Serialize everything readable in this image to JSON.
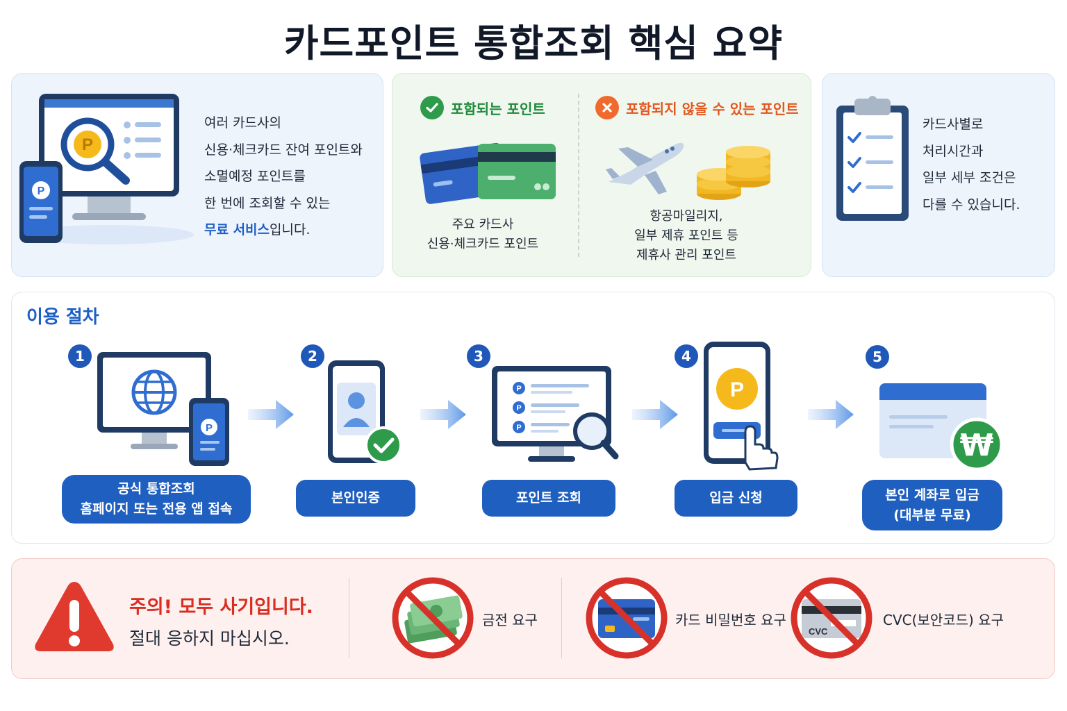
{
  "title": "카드포인트 통합조회 핵심 요약",
  "summary": {
    "lines": [
      "여러 카드사의",
      "신용·체크카드 잔여 포인트와",
      "소멸예정 포인트를",
      "한 번에 조회할 수 있는"
    ],
    "highlight": "무료 서비스",
    "tail": "입니다."
  },
  "points": {
    "included_title": "포함되는 포인트",
    "included_caption_1": "주요 카드사",
    "included_caption_2": "신용·체크카드 포인트",
    "excluded_title": "포함되지 않을 수 있는 포인트",
    "excluded_caption_1": "항공마일리지,",
    "excluded_caption_2": "일부 제휴 포인트 등",
    "excluded_caption_3": "제휴사 관리 포인트",
    "included_color": "#2e9b4a",
    "excluded_color": "#ef6a2c"
  },
  "conditions": {
    "lines": [
      "카드사별로",
      "처리시간과",
      "일부 세부 조건은",
      "다를 수 있습니다."
    ]
  },
  "steps": {
    "title": "이용 절차",
    "items": [
      {
        "num": "1",
        "label_1": "공식 통합조회",
        "label_2": "홈페이지 또는 전용 앱 접속"
      },
      {
        "num": "2",
        "label_1": "본인인증",
        "label_2": ""
      },
      {
        "num": "3",
        "label_1": "포인트 조회",
        "label_2": ""
      },
      {
        "num": "4",
        "label_1": "입금 신청",
        "label_2": ""
      },
      {
        "num": "5",
        "label_1": "본인 계좌로 입금",
        "label_2": "(대부분 무료)"
      }
    ],
    "accent": "#1f5fc0"
  },
  "warning": {
    "title": "주의! 모두 사기입니다.",
    "subtitle": "절대 응하지 마십시오.",
    "items": [
      "금전 요구",
      "카드 비밀번호 요구",
      "CVC(보안코드) 요구"
    ],
    "accent": "#d92d20"
  },
  "icon_text": {
    "point_letter": "P",
    "won_sign": "₩",
    "cvc": "CVC"
  }
}
